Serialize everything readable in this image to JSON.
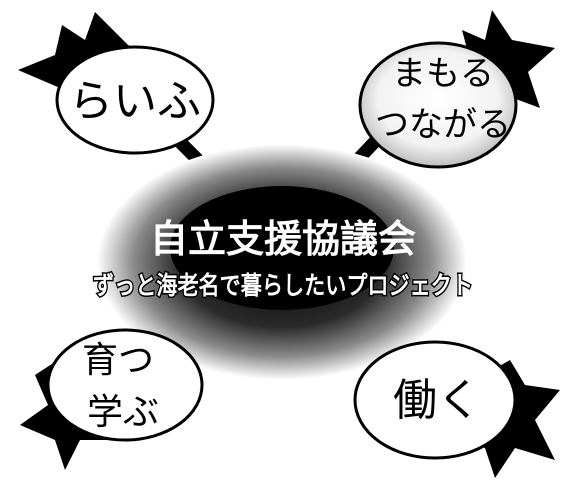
{
  "center": {
    "title": "自立支援協議会",
    "subtitle": "ずっと海老名で暮らしたいプロジェクト"
  },
  "nodes": {
    "top_left": {
      "lines": [
        "らいふ"
      ]
    },
    "top_right": {
      "lines": [
        "まもる",
        "つながる"
      ]
    },
    "bottom_left": {
      "lines": [
        "育つ",
        "学ぶ"
      ]
    },
    "bottom_right": {
      "lines": [
        "働く"
      ]
    }
  },
  "colors": {
    "ink": "#000000",
    "paper": "#ffffff",
    "halo": "#8a8a8a"
  }
}
